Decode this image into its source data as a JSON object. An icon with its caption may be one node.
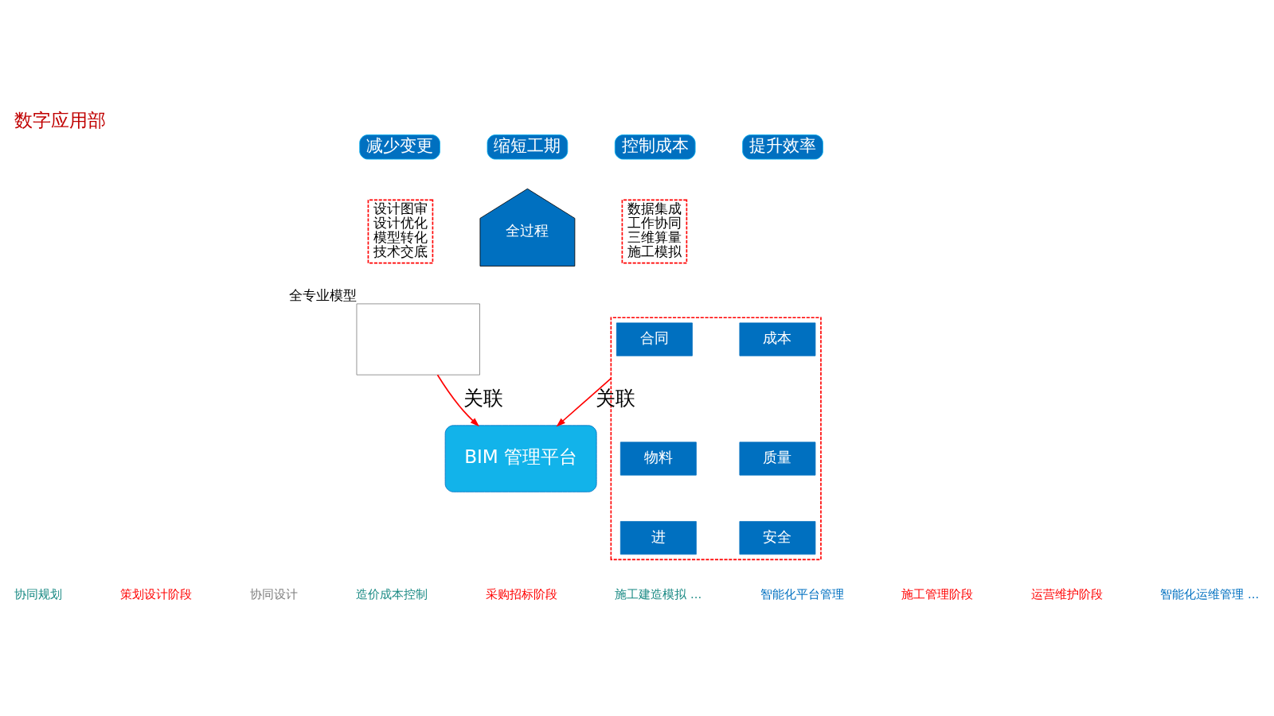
{
  "diagram": {
    "title": "数字应用部",
    "nodes": [
      {
        "text": [
          "减少变更"
        ]
      },
      {
        "text": [
          "缩短工期"
        ]
      },
      {
        "text": [
          "控制成本"
        ]
      },
      {
        "text": [
          "提升效率"
        ]
      },
      {
        "text": [
          "设计图审",
          "设计优化",
          "模型转化",
          "技术交底"
        ]
      },
      {
        "text": [
          "全过程"
        ]
      },
      {
        "text": [
          "数据集成",
          "工作协同",
          "三维算量",
          "施工模拟"
        ]
      },
      {
        "text": [],
        "shape": "box",
        "beside": [
          "全专业模型"
        ]
      },
      {
        "text": [
          "BIM 管理平台"
        ]
      },
      {
        "text": [],
        "shape": "box"
      },
      {
        "text": [
          "合同"
        ],
        "in": 9
      },
      {
        "text": [
          "成本"
        ],
        "in": 9
      },
      {
        "text": [
          "物料"
        ],
        "in": 9
      },
      {
        "text": [
          "质量"
        ],
        "in": 9
      },
      {
        "text": [
          "进"
        ],
        "in": 9
      },
      {
        "text": [
          "安全"
        ],
        "in": 9
      }
    ],
    "edges": [
      {
        "from": 7,
        "to": 8,
        "arrow": "to",
        "label": "关联",
        "color": "#ff0000"
      },
      {
        "from": 9,
        "to": 8,
        "arrow": "to",
        "label": "关联",
        "color": "#ff0000"
      }
    ],
    "labels": [
      "协同规划",
      "策划设计阶段",
      "协同设计",
      "造价成本控制",
      "采购招标阶段",
      "施工建造模拟 ...",
      "智能化平台管理",
      "施工管理阶段",
      "运营维护阶段",
      "智能化运维管理 ..."
    ]
  }
}
